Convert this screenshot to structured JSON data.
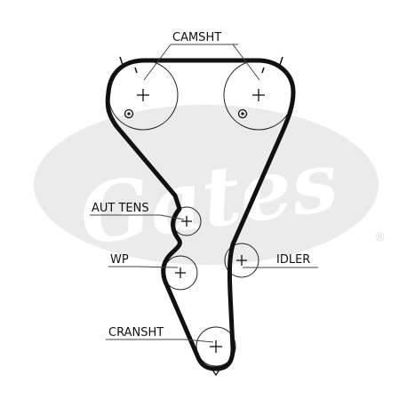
{
  "watermark": {
    "brand": "Gates",
    "registered_mark": "®",
    "color": "#ebebeb"
  },
  "labels": {
    "camshaft": "CAMSHT",
    "auto_tensioner": "AUT TENS",
    "water_pump": "WP",
    "idler": "IDLER",
    "crankshaft": "CRANSHT"
  },
  "colors": {
    "belt": "#111111",
    "pulley_outline": "#222222",
    "leader_line": "#444444"
  }
}
